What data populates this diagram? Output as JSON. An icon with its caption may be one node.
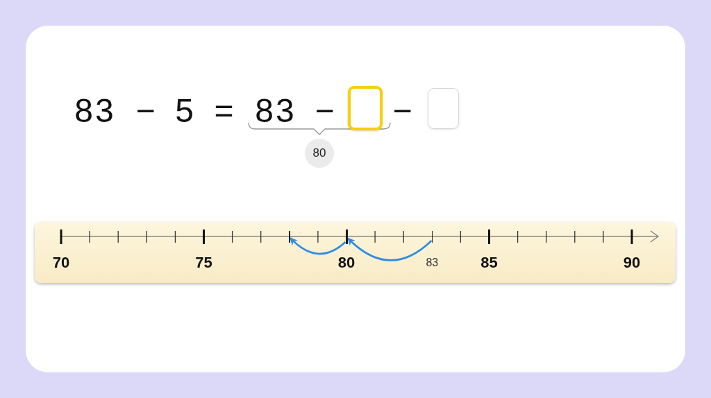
{
  "diagram": {
    "nodes": [
      {
        "text": [],
        "shape": "box"
      },
      {
        "text": [],
        "shape": "box"
      },
      {
        "text": [
          "80"
        ]
      },
      {
        "text": [],
        "shape": "bar"
      },
      {
        "text": [],
        "shape": "bar",
        "beside": [
          "80"
        ]
      },
      {
        "text": [],
        "shape": "bar",
        "beside": [
          "83"
        ]
      }
    ],
    "edges": [
      {
        "from": 5,
        "to": 4,
        "arrow": "to"
      },
      {
        "from": 4,
        "to": 3,
        "arrow": "to"
      }
    ],
    "labels": [
      "83",
      "−",
      "5",
      "=",
      "83",
      "−",
      "−",
      "70",
      "75",
      "85",
      "90"
    ]
  }
}
